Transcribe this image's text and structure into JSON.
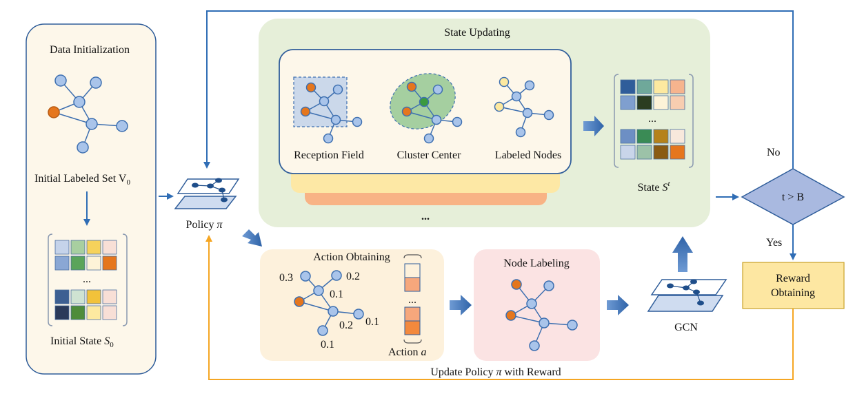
{
  "data_init": {
    "title": "Data Initialization",
    "initial_labeled_set": "Initial Labeled Set V",
    "initial_labeled_set_sub": "0",
    "initial_state": "Initial State ",
    "initial_state_var": "S",
    "initial_state_sub": "0",
    "ellipsis": "..."
  },
  "policy": {
    "label": "Policy ",
    "symbol": "π"
  },
  "state_updating": {
    "title": "State Updating",
    "panels": [
      "Reception Field",
      "Cluster Center",
      "Labeled Nodes"
    ],
    "ellipsis": "...",
    "state_label": "State ",
    "state_var": "S",
    "state_sup": "t",
    "matrix_ellipsis": "..."
  },
  "action_obtaining": {
    "title": "Action Obtaining",
    "scores": [
      "0.3",
      "0.2",
      "0.1",
      "0.2",
      "0.1",
      "0.1"
    ],
    "ellipsis": "...",
    "action_label": "Action ",
    "action_var": "a"
  },
  "node_labeling": {
    "title": "Node Labeling"
  },
  "gcn": {
    "label": "GCN"
  },
  "decision": {
    "condition": "t > B",
    "no": "No",
    "yes": "Yes"
  },
  "reward": {
    "line1": "Reward",
    "line2": "Obtaining"
  },
  "feedback": {
    "label_pre": "Update Policy ",
    "symbol": "π",
    "label_post": " with Reward"
  },
  "colors": {
    "node_fill": "#a9c4ea",
    "node_stroke": "#3d6fb0",
    "orange": "#e5761d",
    "green_node": "#3c9a3f",
    "yellow_node": "#fde9a0",
    "arrow_blue": "#2f6db5",
    "arrow_orange": "#f5a623",
    "green_bg": "#e6efd9",
    "cream_bg": "#fdf7ea",
    "peach_bg": "#fdf1dc",
    "pink_bg": "#fbe3e3",
    "diamond": "#a9b9e0",
    "reward_bg": "#fde7a2"
  }
}
